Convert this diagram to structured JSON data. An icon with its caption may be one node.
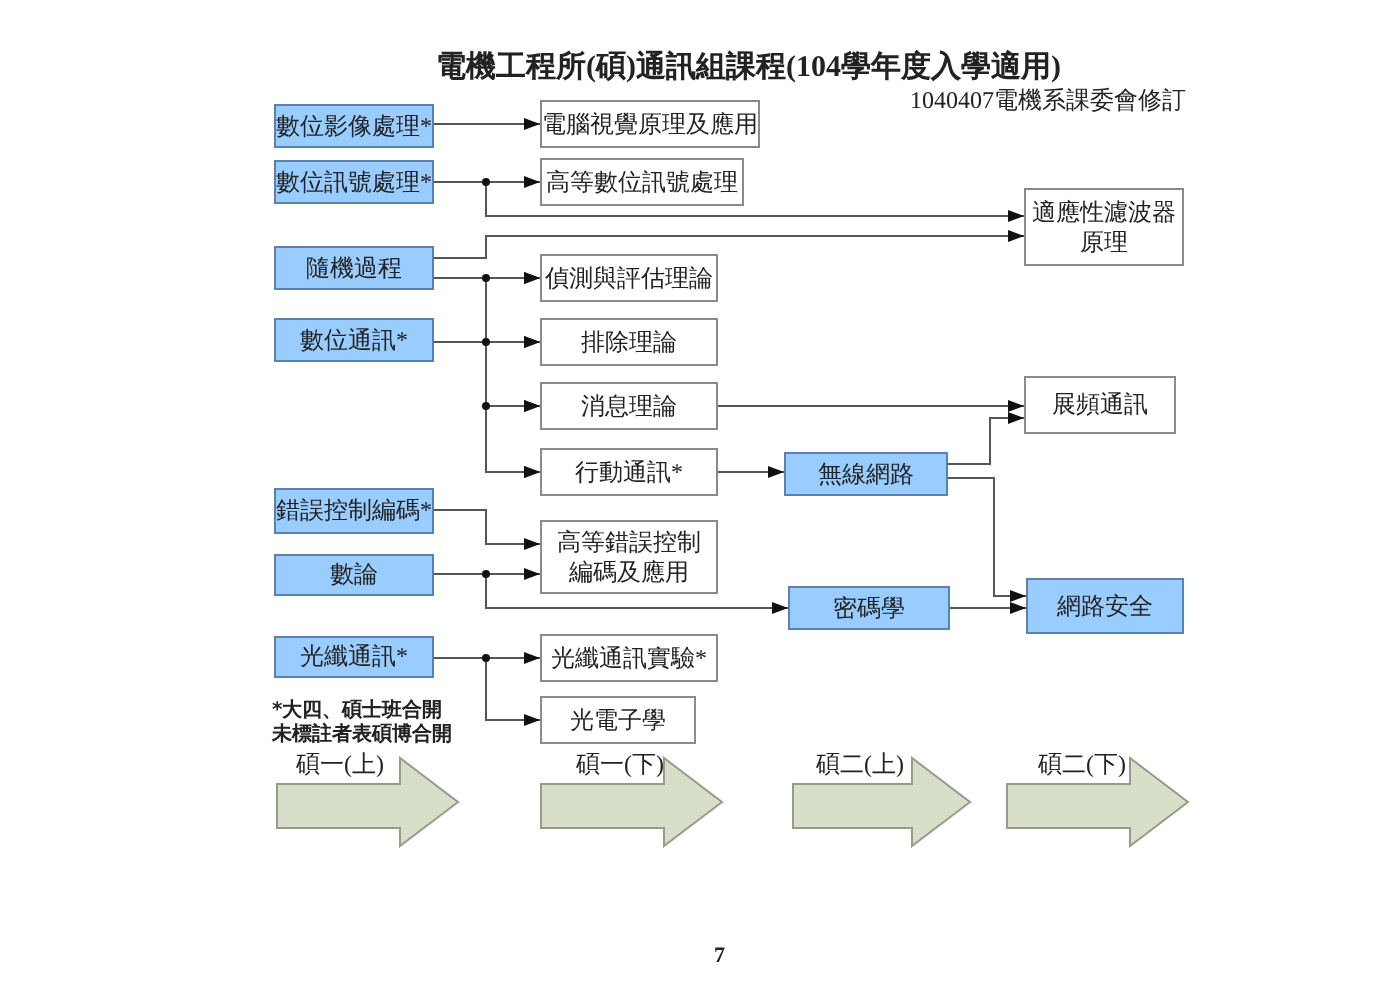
{
  "diagram": {
    "title": "電機工程所(碩)通訊組課程(104學年度入學適用)",
    "nodes": [
      {
        "text": [
          "數位影像處理*"
        ]
      },
      {
        "text": [
          "電腦視覺原理及應用"
        ]
      },
      {
        "text": [
          "數位訊號處理*"
        ]
      },
      {
        "text": [
          "高等數位訊號處理"
        ]
      },
      {
        "text": [
          "適應性濾波器原理"
        ]
      },
      {
        "text": [
          "隨機過程"
        ]
      },
      {
        "text": [
          "偵測與評估理論"
        ]
      },
      {
        "text": [
          "數位通訊*"
        ]
      },
      {
        "text": [
          "排除理論"
        ]
      },
      {
        "text": [
          "消息理論"
        ]
      },
      {
        "text": [
          "展頻通訊"
        ]
      },
      {
        "text": [
          "行動通訊*"
        ]
      },
      {
        "text": [
          "無線網路"
        ]
      },
      {
        "text": [
          "錯誤控制編碼*"
        ]
      },
      {
        "text": [
          "高等錯誤控制編碼及應用"
        ]
      },
      {
        "text": [
          "數論"
        ]
      },
      {
        "text": [
          "密碼學"
        ]
      },
      {
        "text": [
          "網路安全"
        ]
      },
      {
        "text": [
          "光纖通訊*"
        ]
      },
      {
        "text": [
          "光纖通訊實驗*"
        ]
      },
      {
        "text": [
          "光電子學"
        ]
      }
    ],
    "edges": [
      {
        "from": 0,
        "to": 1,
        "arrow": "to"
      },
      {
        "from": 2,
        "to": 3,
        "arrow": "to"
      },
      {
        "from": 2,
        "to": 4,
        "arrow": "to"
      },
      {
        "from": 5,
        "to": 4,
        "arrow": "to"
      },
      {
        "from": 5,
        "to": 6,
        "arrow": "to"
      },
      {
        "from": 5,
        "to": 8,
        "arrow": "to"
      },
      {
        "from": 5,
        "to": 9,
        "arrow": "to"
      },
      {
        "from": 5,
        "to": 11,
        "arrow": "to"
      },
      {
        "from": 7,
        "to": 6,
        "arrow": "to"
      },
      {
        "from": 7,
        "to": 8,
        "arrow": "to"
      },
      {
        "from": 7,
        "to": 9,
        "arrow": "to"
      },
      {
        "from": 7,
        "to": 11,
        "arrow": "to"
      },
      {
        "from": 9,
        "to": 10,
        "arrow": "to"
      },
      {
        "from": 11,
        "to": 12,
        "arrow": "to"
      },
      {
        "from": 12,
        "to": 10,
        "arrow": "to"
      },
      {
        "from": 12,
        "to": 17,
        "arrow": "to"
      },
      {
        "from": 13,
        "to": 14,
        "arrow": "to"
      },
      {
        "from": 15,
        "to": 14,
        "arrow": "to"
      },
      {
        "from": 15,
        "to": 16,
        "arrow": "to"
      },
      {
        "from": 16,
        "to": 17,
        "arrow": "to"
      },
      {
        "from": 18,
        "to": 19,
        "arrow": "to"
      },
      {
        "from": 18,
        "to": 20,
        "arrow": "to"
      }
    ],
    "labels": [
      "1040407電機系課委會修訂",
      "*大四、碩士班合開未標註者表碩博合開",
      "碩一(上)",
      "碩一(下)",
      "碩二(上)",
      "碩二(下)",
      "7"
    ]
  }
}
